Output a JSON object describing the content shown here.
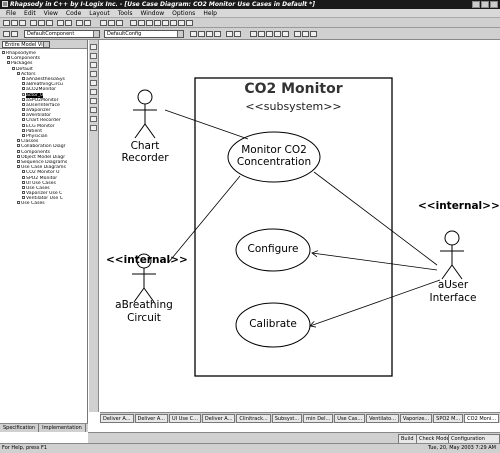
{
  "window": {
    "title": "Rhapsody in C++ by I-Logix Inc. - [Use Case Diagram: CO2 Monitor Use Cases in Default *]"
  },
  "menu": [
    "File",
    "Edit",
    "View",
    "Code",
    "Layout",
    "Tools",
    "Window",
    "Options",
    "Help"
  ],
  "toolbar": {
    "component_combo": "DefaultComponent",
    "config_combo": "DefaultConfig"
  },
  "browser": {
    "view_combo": "Entire Model View",
    "tree": [
      {
        "label": "Rhapsodyme",
        "indent": 0
      },
      {
        "label": "Components",
        "indent": 1
      },
      {
        "label": "Packages",
        "indent": 1
      },
      {
        "label": "Default",
        "indent": 2
      },
      {
        "label": "Actors",
        "indent": 3
      },
      {
        "label": "aAnaesthesiaSys",
        "indent": 4
      },
      {
        "label": "aBreathingCircu",
        "indent": 4
      },
      {
        "label": "aCO2Monitor",
        "indent": 4
      },
      {
        "label": "actor_0",
        "indent": 4,
        "selected": true
      },
      {
        "label": "aSPO2Monitor",
        "indent": 4
      },
      {
        "label": "aUserInterface",
        "indent": 4
      },
      {
        "label": "aVaporizer",
        "indent": 4
      },
      {
        "label": "aVentilator",
        "indent": 4
      },
      {
        "label": "Chart Recorder",
        "indent": 4
      },
      {
        "label": "ECG Monitor",
        "indent": 4
      },
      {
        "label": "Patient",
        "indent": 4
      },
      {
        "label": "Physician",
        "indent": 4
      },
      {
        "label": "Classes",
        "indent": 3
      },
      {
        "label": "Collaboration Diagr",
        "indent": 3
      },
      {
        "label": "Components",
        "indent": 3
      },
      {
        "label": "Object Model Diagr",
        "indent": 3
      },
      {
        "label": "Sequence Diagrams",
        "indent": 3
      },
      {
        "label": "Use Case Diagrams",
        "indent": 3
      },
      {
        "label": "CO2 Monitor U",
        "indent": 4
      },
      {
        "label": "SPO2 Monitor",
        "indent": 4
      },
      {
        "label": "UI Use Cases",
        "indent": 4
      },
      {
        "label": "Use Cases",
        "indent": 4
      },
      {
        "label": "Vaporizer Use C",
        "indent": 4
      },
      {
        "label": "Ventilator Use C",
        "indent": 4
      },
      {
        "label": "Use Cases",
        "indent": 3
      }
    ],
    "tabs": [
      "Specification",
      "Implementation"
    ]
  },
  "diagram": {
    "subsystem_title": "CO2 Monitor",
    "subsystem_stereotype": "<<subsystem>>",
    "use_cases": {
      "monitor": [
        "Monitor CO2",
        "Concentration"
      ],
      "configure": "Configure",
      "calibrate": "Calibrate"
    },
    "actors": {
      "chart_recorder": [
        "Chart",
        "Recorder"
      ],
      "breathing_circuit": [
        "aBreathing",
        "Circuit"
      ],
      "breathing_stereotype": "<<internal>>",
      "user_interface": [
        "aUser",
        "Interface"
      ],
      "user_stereotype": "<<internal>>"
    }
  },
  "doc_tabs": [
    "Deliver A...",
    "Deliver A...",
    "UI Use C...",
    "Deliver A...",
    "Clinitrack...",
    "Subsyst...",
    "min Del...",
    "Use Cas...",
    "Ventilato...",
    "Vaporize...",
    "SPO2 M...",
    "CO2 Moni..."
  ],
  "output_tabs": [
    "Build",
    "Check Model",
    "Configuration Manage"
  ],
  "status": {
    "help": "For Help, press F1",
    "datetime": "Tue, 20, May 2003    7:29 AM"
  }
}
